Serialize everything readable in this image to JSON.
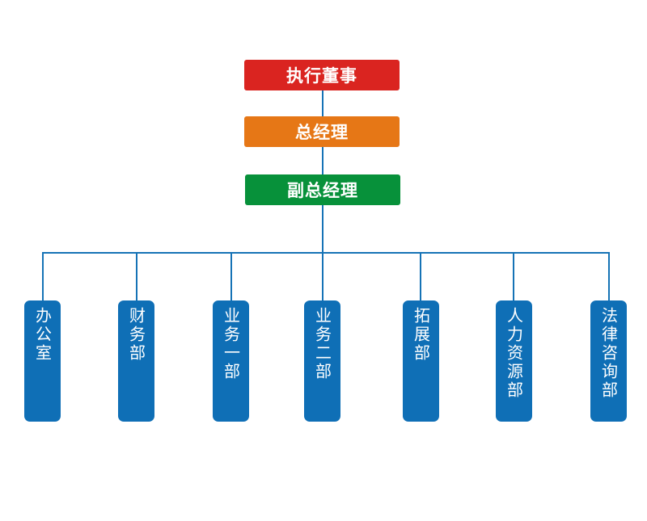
{
  "org_chart": {
    "executives": [
      {
        "label": "执行董事",
        "color": "#da2420"
      },
      {
        "label": "总经理",
        "color": "#e67716"
      },
      {
        "label": "副总经理",
        "color": "#07913a"
      }
    ],
    "departments": [
      {
        "label": "办公室"
      },
      {
        "label": "财务部"
      },
      {
        "label": "业务一部"
      },
      {
        "label": "业务二部"
      },
      {
        "label": "拓展部"
      },
      {
        "label": "人力资源部"
      },
      {
        "label": "法律咨询部"
      }
    ],
    "line_color": "#1673b6",
    "department_color": "#0f6fb6"
  }
}
